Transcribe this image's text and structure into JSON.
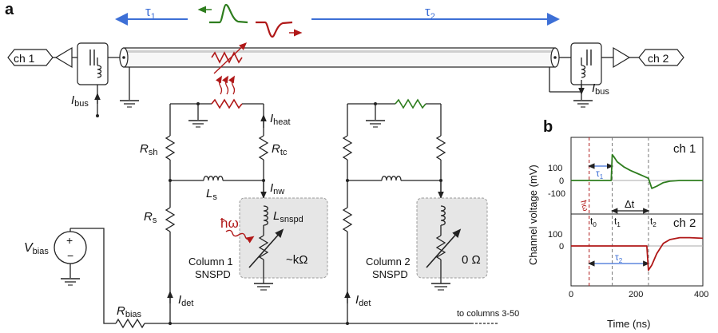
{
  "panel_a": {
    "label": "a",
    "tau1": "τ",
    "tau1_sub": "1",
    "tau2": "τ",
    "tau2_sub": "2",
    "ch1": "ch 1",
    "ch2": "ch 2",
    "i_bus_left": "I",
    "i_bus_left_sub": "bus",
    "i_bus_right": "I",
    "i_bus_right_sub": "bus",
    "i_heat": "I",
    "i_heat_sub": "heat",
    "r_sh": "R",
    "r_sh_sub": "sh",
    "r_tc": "R",
    "r_tc_sub": "tc",
    "l_s": "L",
    "l_s_sub": "s",
    "i_nw": "I",
    "i_nw_sub": "nw",
    "r_s": "R",
    "r_s_sub": "s",
    "l_snspd": "L",
    "l_snspd_sub": "snspd",
    "hbar_omega": "ħω",
    "col1_line1": "Column 1",
    "col1_line2": "SNSPD",
    "col1_value": "~kΩ",
    "col2_line1": "Column 2",
    "col2_line2": "SNSPD",
    "col2_value": "0 Ω",
    "v_bias": "V",
    "v_bias_sub": "bias",
    "plus": "+",
    "minus": "−",
    "i_det_1": "I",
    "i_det_1_sub": "det",
    "i_det_2": "I",
    "i_det_2_sub": "det",
    "r_bias": "R",
    "r_bias_sub": "bias",
    "to_columns": "to columns 3-50"
  },
  "panel_b": {
    "label": "b",
    "ylabel": "Channel voltage (mV)",
    "xlabel": "Time (ns)",
    "ch1": "ch 1",
    "ch2": "ch 2",
    "tau1": "τ",
    "tau1_sub": "1",
    "tau2": "τ",
    "tau2_sub": "2",
    "delta_t": "Δt",
    "hbar_omega": "ħω",
    "t0": "t",
    "t0_sub": "0",
    "t1": "t",
    "t1_sub": "1",
    "t2": "t",
    "t2_sub": "2",
    "yticks_top": [
      "100",
      "0",
      "-100"
    ],
    "yticks_bottom": [
      "100",
      "0"
    ],
    "xticks": [
      "0",
      "200",
      "400"
    ]
  },
  "colors": {
    "red": "#b01818",
    "green": "#2e7d1e",
    "blue": "#3d6fd6",
    "box_gray": "#e6e6e6"
  },
  "chart_data": {
    "type": "line",
    "xlabel": "Time (ns)",
    "ylabel": "Channel voltage (mV)",
    "xlim": [
      0,
      400
    ],
    "markers": {
      "t0": 55,
      "t1": 125,
      "t2": 235
    },
    "series": [
      {
        "name": "ch 1",
        "color": "#2e7d1e",
        "x": [
          0,
          50,
          100,
          122,
          125,
          130,
          140,
          160,
          180,
          200,
          220,
          235,
          245,
          260,
          280,
          300,
          330,
          360,
          400
        ],
        "y": [
          0,
          0,
          0,
          0,
          180,
          165,
          130,
          95,
          70,
          50,
          30,
          15,
          -55,
          -40,
          -15,
          -5,
          0,
          0,
          0
        ]
      },
      {
        "name": "ch 2",
        "color": "#b01818",
        "x": [
          0,
          50,
          100,
          150,
          200,
          230,
          235,
          245,
          260,
          280,
          300,
          330,
          360,
          400
        ],
        "y": [
          0,
          0,
          0,
          0,
          0,
          0,
          -190,
          -150,
          -60,
          20,
          50,
          65,
          65,
          60
        ]
      }
    ]
  }
}
